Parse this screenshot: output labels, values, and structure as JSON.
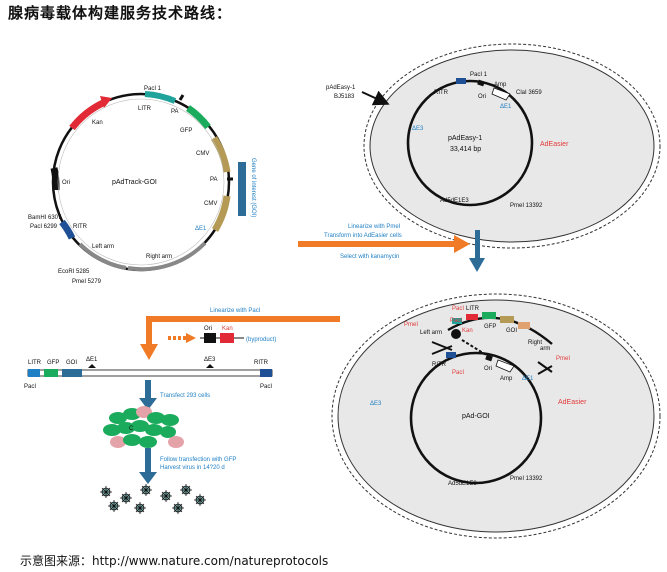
{
  "title": "腺病毒载体构建服务技术路线：",
  "source": "示意图来源：http://www.nature.com/natureprotocols",
  "colors": {
    "blue_arrow": "#2d6c97",
    "orange_arrow": "#f07a26",
    "kan_red": "#e22a36",
    "gfp_green": "#1bab5c",
    "cmv_gold": "#b49a55",
    "ritr_blue": "#1f4f94",
    "label_blue": "#1f7fc4",
    "label_red": "#e23a3a",
    "ellipse_fill": "#e8e8e8"
  },
  "plasmid1": {
    "name": "pAdTrack-GOI",
    "paci_top": "PacI 1",
    "litr": "LITR",
    "pa1": "PA",
    "gfp": "GFP",
    "cmv1": "CMV",
    "pa2": "PA",
    "cmv2": "CMV",
    "de1": "ΔE1",
    "right_arm": "Right arm",
    "left_arm": "Left arm",
    "pmei": "PmeI 5279",
    "ecori": "EcoRI 5285",
    "paci_bottom": "PacI 6299",
    "bamhi": "BamHI 6307",
    "ritr": "RITR",
    "ori": "Ori",
    "kan": "Kan",
    "goi_bracket": "Gene of interest (GOI)"
  },
  "plasmid2": {
    "side_label_1": "pAdEasy-1",
    "side_label_2": "BJ5183",
    "name": "pAdEasy-1",
    "size": "33,414 bp",
    "paci": "PacI 1",
    "ritr": "RITR",
    "ori": "Ori",
    "amp": "Amp",
    "clai": "ClaI 3659",
    "de1": "ΔE1",
    "de3": "ΔE3",
    "adeasier": "AdEasier",
    "ad5": "Ad5dE1E3",
    "pmei": "PmeI 13392"
  },
  "step1": {
    "line1": "Linearize with PmeI",
    "line2": "Transform into AdEasier cells",
    "line3": "Select with kanamycin"
  },
  "step2": {
    "line1": "Linearize with PacI"
  },
  "byproduct": {
    "ori": "Ori",
    "kan": "Kan",
    "label": "(byproduct)"
  },
  "plasmid3": {
    "name": "pAd-GOI",
    "paci_a": "PacI",
    "litr": "LITR",
    "paci_b": "PacI",
    "kan": "Kan",
    "left_arm": "Left arm",
    "gfp": "GFP",
    "goi": "GOI",
    "arm": "arm",
    "right": "Right",
    "pmei_left": "PmeI",
    "pmei_right": "PmeI",
    "ritr": "RITR",
    "paci_c": "PacI",
    "ori": "Ori",
    "amp": "Amp",
    "de1": "ΔE1",
    "de3": "ΔE3",
    "adeasier": "AdEasier",
    "ad5": "Ad5dE1E3",
    "pmei_bottom": "PmeI 13392"
  },
  "linear": {
    "litr": "LITR",
    "gfp": "GFP",
    "goi": "GOI",
    "de1": "ΔE1",
    "de3": "ΔE3",
    "ritr": "RITR",
    "paci_left": "PacI",
    "paci_right": "PacI"
  },
  "step3": {
    "line1": "Transfect 293 cells"
  },
  "step4": {
    "line1": "Follow transfection with GFP",
    "line2": "Harvest virus in 14?20 d"
  },
  "cells": {
    "label": "C"
  }
}
